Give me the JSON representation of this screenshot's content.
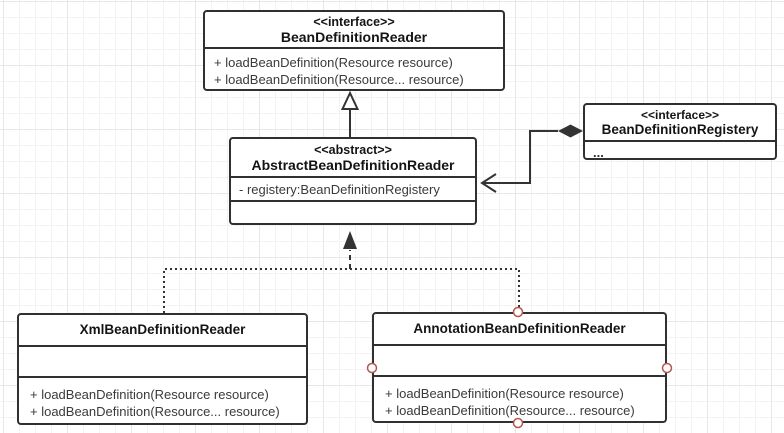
{
  "diagram": {
    "boxes": {
      "bean_definition_reader": {
        "stereotype": "<<interface>>",
        "name": "BeanDefinitionReader",
        "methods": [
          "+ loadBeanDefinition(Resource resource)",
          "+ loadBeanDefinition(Resource... resource)"
        ]
      },
      "abstract_bean_definition_reader": {
        "stereotype": "<<abstract>>",
        "name": "AbstractBeanDefinitionReader",
        "fields": [
          "- registery:BeanDefinitionRegistery"
        ]
      },
      "bean_definition_registery": {
        "stereotype": "<<interface>>",
        "name": "BeanDefinitionRegistery",
        "body": "..."
      },
      "xml_bean_definition_reader": {
        "name": "XmlBeanDefinitionReader",
        "methods": [
          "+ loadBeanDefinition(Resource resource)",
          "+ loadBeanDefinition(Resource... resource)"
        ]
      },
      "annotation_bean_definition_reader": {
        "name": "AnnotationBeanDefinitionReader",
        "methods": [
          "+ loadBeanDefinition(Resource resource)",
          "+ loadBeanDefinition(Resource... resource)"
        ]
      }
    },
    "colors": {
      "line": "#333333",
      "box_border": "#303030",
      "text": "#3a3a3a",
      "handle_stroke": "#b85450",
      "grid_minor": "#f4f2f2",
      "grid_major": "#e7e7e7"
    }
  }
}
